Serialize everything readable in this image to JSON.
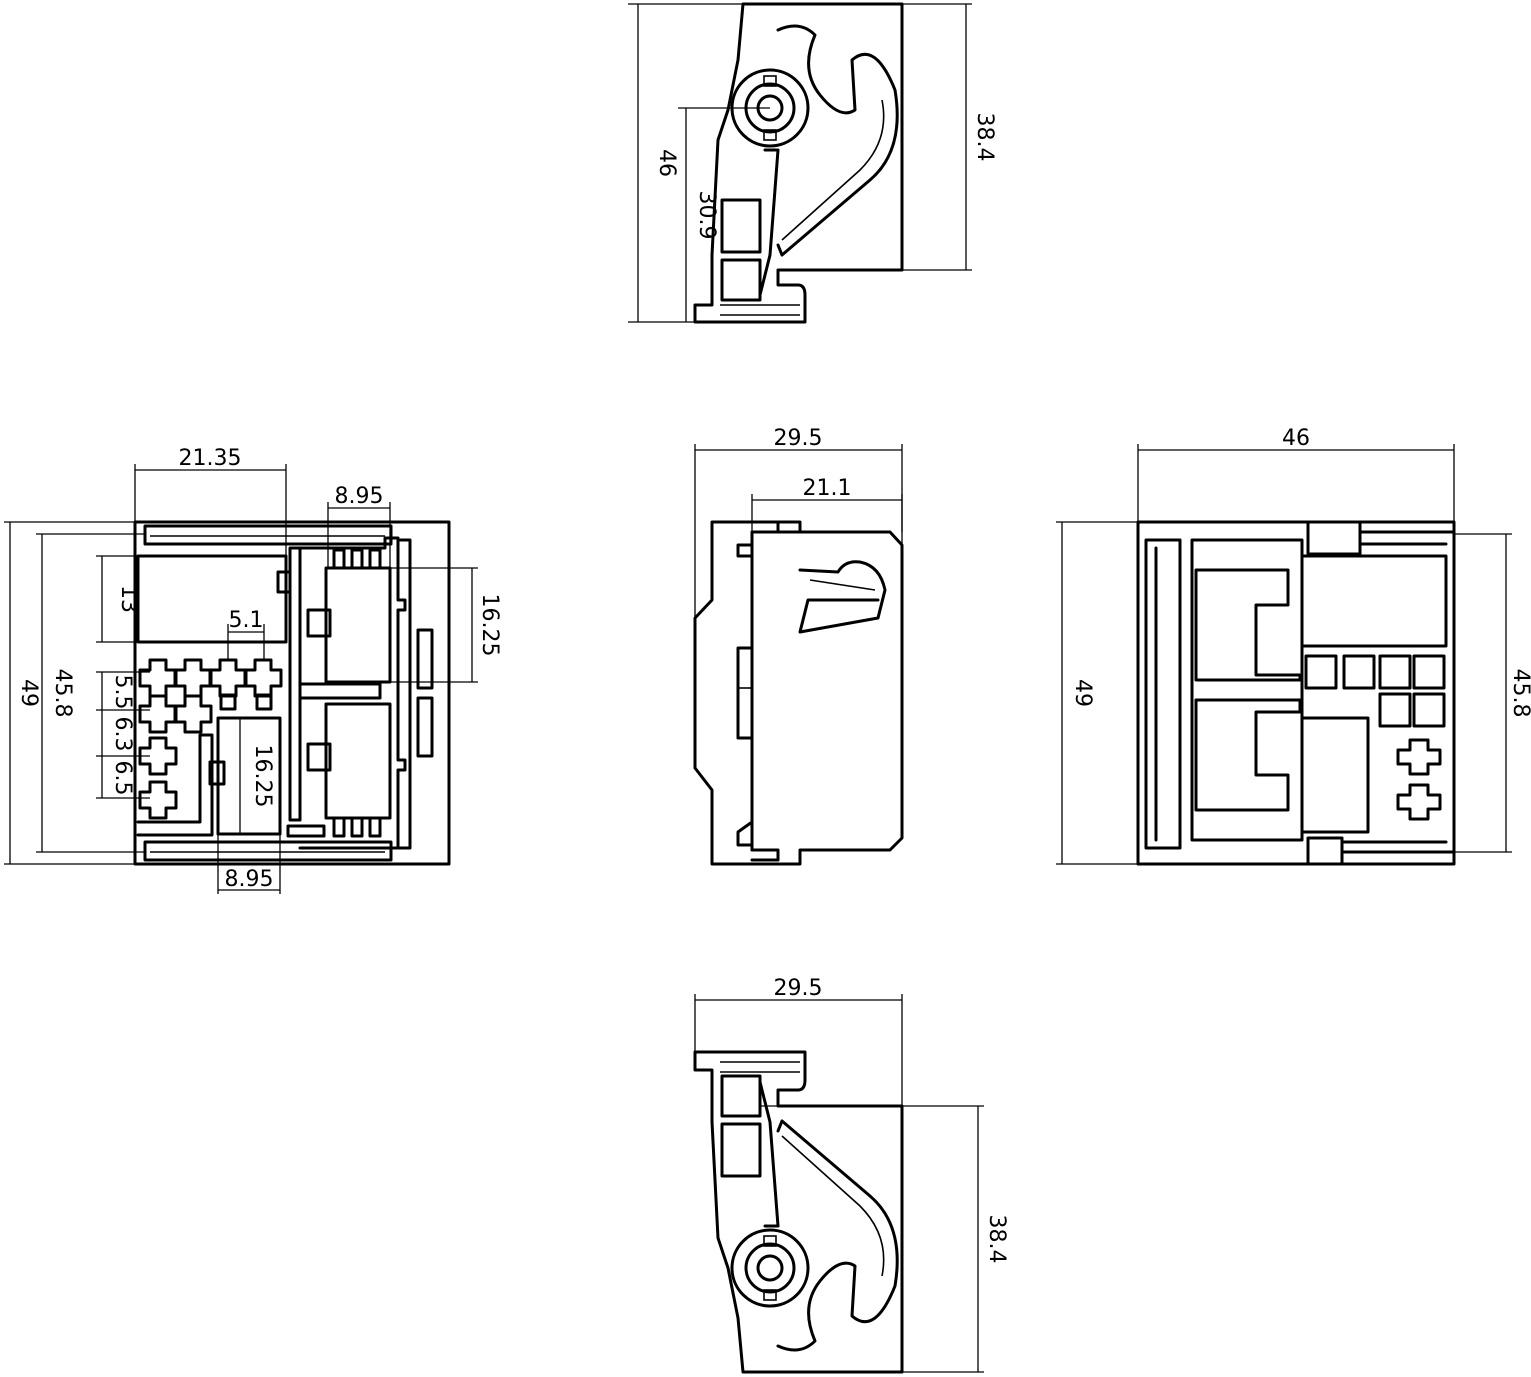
{
  "views": {
    "top_view": {
      "dims": {
        "overall_height": "46",
        "hook_height": "30.9",
        "body_height": "38.4"
      }
    },
    "front_view": {
      "dims": {
        "width_top": "21.35",
        "socket_pitch": "8.95",
        "block_height": "13",
        "pin_pitch": "5.1",
        "socket_height_right": "16.25",
        "socket_height_inner": "16.25",
        "overall_height": "49",
        "inner_height": "45.8",
        "row_pitch_1": "5.5",
        "row_pitch_2": "6.3",
        "row_pitch_3": "6.5",
        "socket_pitch_bottom": "8.95"
      }
    },
    "side_view": {
      "dims": {
        "overall_width": "29.5",
        "body_width": "21.1"
      }
    },
    "rear_view": {
      "dims": {
        "overall_width": "46",
        "overall_height": "49",
        "inner_height": "45.8"
      }
    },
    "bottom_view": {
      "dims": {
        "overall_width": "29.5",
        "body_height": "38.4"
      }
    }
  }
}
